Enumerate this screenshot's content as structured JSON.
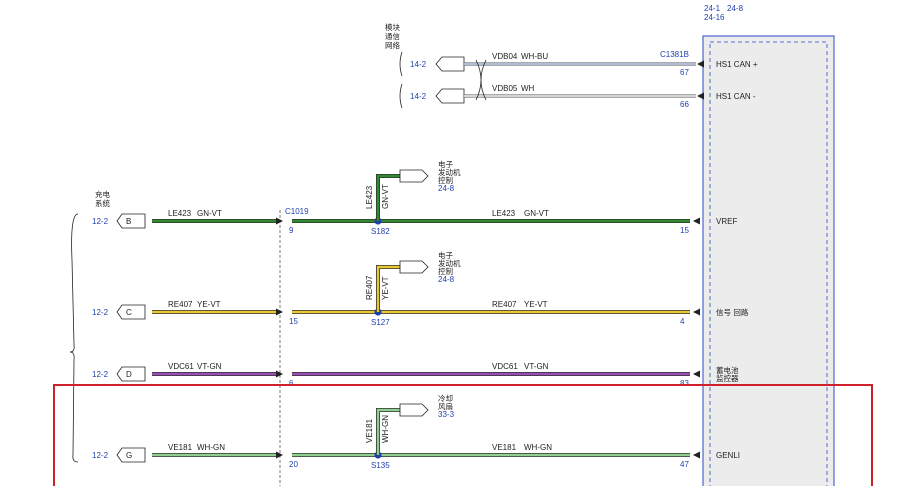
{
  "references": {
    "top_a": "24-1",
    "top_b": "24-8",
    "top_c": "24-16"
  },
  "module_network": {
    "label_lines": [
      "模块",
      "通信",
      "网络"
    ]
  },
  "charging_system": {
    "label_lines": [
      "充电",
      "系统"
    ]
  },
  "can_rows": [
    {
      "page_ref": "14-2",
      "wire": "VDB04",
      "color": "WH-BU",
      "connector": "C1381B",
      "pin": "67",
      "signal": "HS1 CAN +",
      "stroke": "#3a66d6"
    },
    {
      "page_ref": "14-2",
      "wire": "VDB05",
      "color": "WH",
      "connector": "",
      "pin": "66",
      "signal": "HS1 CAN -",
      "stroke": "#8a8a8a"
    }
  ],
  "rows": [
    {
      "page_ref": "12-2",
      "plug": "B",
      "wire_left": "LE423",
      "color_left": "GN-VT",
      "connector": "C1019",
      "left_pin": "9",
      "splice": "S182",
      "wire_right": "LE423",
      "color_right": "GN-VT",
      "right_pin": "15",
      "signal_lines": [
        "VREF"
      ],
      "stroke": "#2e8b2e",
      "branch": {
        "wire": "LE423",
        "color": "GN-VT",
        "label_lines": [
          "电子",
          "发动机",
          "控制"
        ],
        "ref": "24-8"
      }
    },
    {
      "page_ref": "12-2",
      "plug": "C",
      "wire_left": "RE407",
      "color_left": "YE-VT",
      "connector": "",
      "left_pin": "15",
      "splice": "S127",
      "wire_right": "RE407",
      "color_right": "YE-VT",
      "right_pin": "4",
      "signal_lines": [
        "信号 回路"
      ],
      "stroke": "#e8c833",
      "branch": {
        "wire": "RE407",
        "color": "YE-VT",
        "label_lines": [
          "电子",
          "发动机",
          "控制"
        ],
        "ref": "24-8"
      }
    },
    {
      "page_ref": "12-2",
      "plug": "D",
      "wire_left": "VDC61",
      "color_left": "VT-GN",
      "connector": "",
      "left_pin": "6",
      "splice": "",
      "wire_right": "VDC61",
      "color_right": "VT-GN",
      "right_pin": "83",
      "signal_lines": [
        "蓄电池",
        "监控器"
      ],
      "stroke": "#9a4fb5",
      "branch": null
    },
    {
      "page_ref": "12-2",
      "plug": "G",
      "wire_left": "VE181",
      "color_left": "WH-GN",
      "connector": "",
      "left_pin": "20",
      "splice": "S135",
      "wire_right": "VE181",
      "color_right": "WH-GN",
      "right_pin": "47",
      "signal_lines": [
        "GENLI"
      ],
      "stroke": "#8fcf8f",
      "branch": {
        "wire": "VE181",
        "color": "WH-GN",
        "label_lines": [
          "冷却",
          "风扇"
        ],
        "ref": "33-3"
      }
    }
  ],
  "highlight": {
    "color": "#d0202a"
  },
  "colors": {
    "link": "#1f3fb0",
    "module_fill": "#ececec",
    "module_border": "#2a4bc7"
  }
}
